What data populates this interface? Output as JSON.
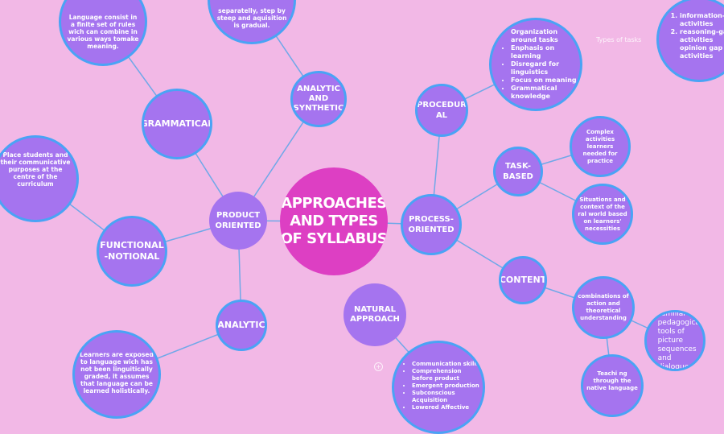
{
  "colors": {
    "background": "#f2b8e6",
    "node": "#a574ef",
    "node_border": "#4aa3f5",
    "center": "#dd3fc3",
    "connector": "#6fa8e8"
  },
  "center": {
    "title": "APPROACHES AND TYPES OF SYLLABUS"
  },
  "product_oriented": {
    "title": "PRODUCT ORIENTED",
    "grammatical": {
      "title": "GRAMMATICAL",
      "desc": "Language consist in a finite set of rules wich can combine in various ways tomake meaning."
    },
    "analytic_synthetic": {
      "title": "ANALYTIC AND SYNTHETIC",
      "desc": "separatelly, step by steep and aquisition is gradual."
    },
    "functional": {
      "title": "FUNCTIONAL -NOTIONAL",
      "desc": "Place students and their communicative purposes at the centre of the curriculum"
    },
    "analytic": {
      "title": "ANALYTIC",
      "desc": "Learners are exposed to language wich has not been linguitically graded, it assumes that language can be learned holistically."
    }
  },
  "process_oriented": {
    "title": "PROCESS-ORIENTED",
    "procedural": {
      "title": "PROCEDUR AL",
      "items": [
        "Organization around tasks",
        "Enphasis on learning",
        "Disregard for linguistics",
        "Focus on meaning",
        "Grammatical knowledge"
      ]
    },
    "types_of_tasks": {
      "label": "Types of tasks",
      "items": [
        "information-gap activities",
        "reasoning-gap activities  opinion gap activities"
      ]
    },
    "task_based": {
      "title": "TASK-BASED",
      "desc1": "Complex activities learners needed for practice",
      "desc2": "Situations and context of the ral world based on learners' necessities"
    },
    "content": {
      "title": "CONTENT",
      "desc1": "combinations of action and theoretical understanding",
      "desc2": "Familiar pedagogical tools of picture sequences and dialogues.",
      "desc3": "Teachi ng through the native language"
    }
  },
  "natural": {
    "title": "NATURAL APPROACH",
    "items": [
      "Communication skills",
      "Comprehension before product",
      "Emergent production",
      "Subconscious Acquisition",
      "Lowered Affective"
    ]
  },
  "icons": {
    "add": "plus-circle-icon"
  }
}
